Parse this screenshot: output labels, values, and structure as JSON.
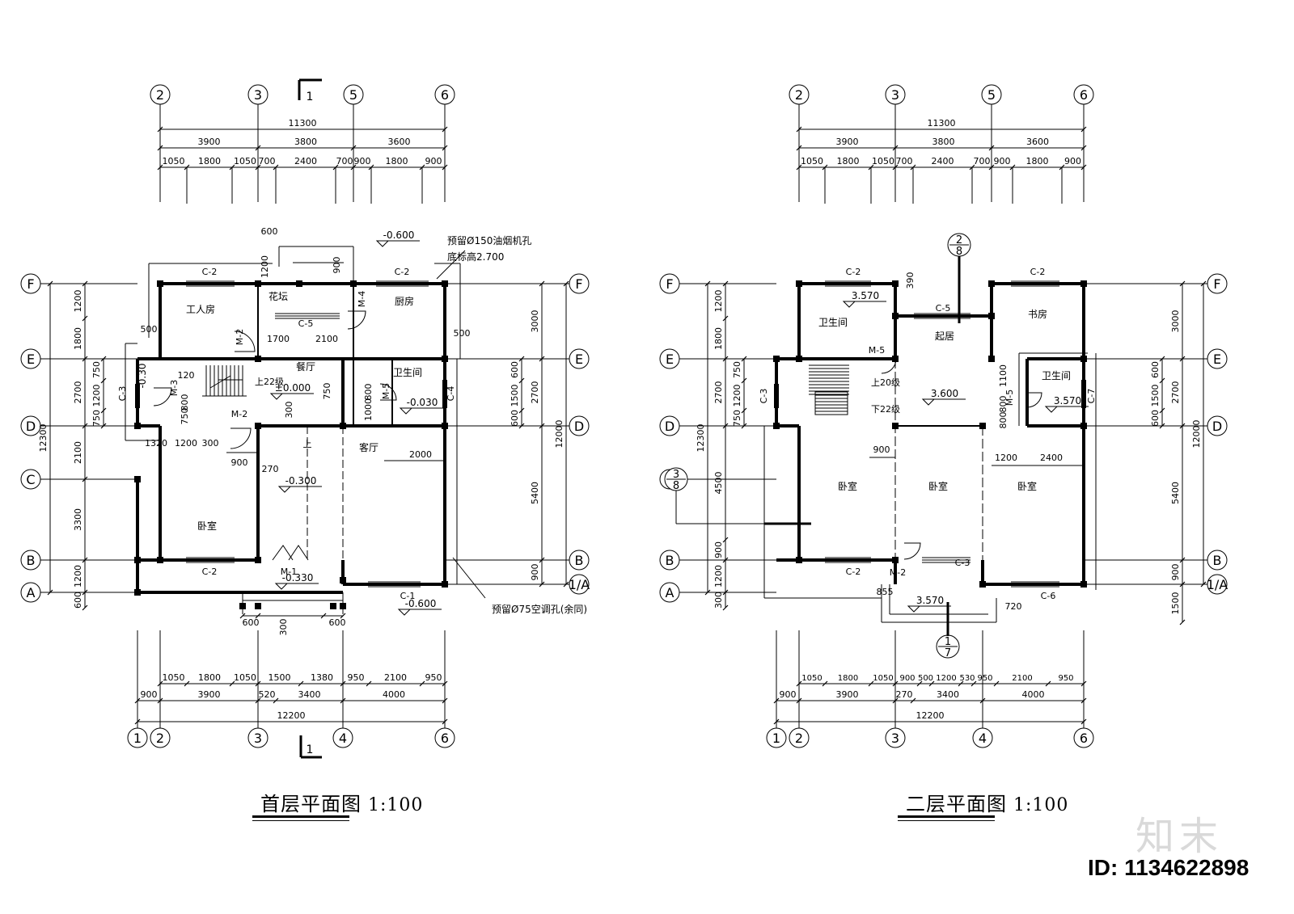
{
  "plans": [
    {
      "title": "首层平面图",
      "scale": "1:100",
      "top_axes": [
        "2",
        "3",
        "5",
        "6"
      ],
      "top_total": "11300",
      "top_mid": [
        "3900",
        "3800",
        "3600"
      ],
      "top_detail": [
        "1050",
        "1800",
        "1050",
        "700",
        "2400",
        "700",
        "900",
        "1800",
        "900"
      ],
      "bottom_axes": [
        "1",
        "2",
        "3",
        "4",
        "6"
      ],
      "bottom_total": "12200",
      "bottom_mid": [
        "900",
        "3900",
        "520",
        "3400",
        "4000"
      ],
      "bottom_detail": [
        "1050",
        "1800",
        "1050",
        "1500",
        "1380",
        "950",
        "2100",
        "950"
      ],
      "left_rows": [
        "F",
        "E",
        "D",
        "C",
        "B",
        "A"
      ],
      "right_rows": [
        "F",
        "E",
        "D",
        "B",
        "1/A"
      ],
      "left_total": "12300",
      "left_segments": [
        "1200",
        "1800",
        "2700",
        "2100",
        "3300",
        "1200",
        "600"
      ],
      "left_detail": [
        "750",
        "1200",
        "750"
      ],
      "right_total": "12000",
      "right_segments": [
        "3000",
        "2700",
        "5400",
        "900"
      ],
      "right_detail": [
        "600",
        "1500",
        "600"
      ],
      "section_mark": "1",
      "rooms": [
        "工人房",
        "花坛",
        "厨房",
        "卫生间",
        "餐厅",
        "客厅",
        "卧室"
      ],
      "doors_windows": [
        "C-2",
        "C-2",
        "C-5",
        "C-3",
        "C-4",
        "C-2",
        "C-1",
        "M-1",
        "M-2",
        "M-2",
        "M-3",
        "M-4",
        "M-5"
      ],
      "levels": [
        "-0.600",
        "±0.000",
        "-0.030",
        "-0.300",
        "-0.330",
        "-0.600",
        "-0.30"
      ],
      "notes": [
        "预留Ø150油烟机孔",
        "底标高2.700",
        "预留Ø75空调孔(余同)",
        "上22级",
        "上"
      ],
      "inner_dims": [
        "600",
        "1200",
        "900",
        "500",
        "1700",
        "2100",
        "500",
        "120",
        "800",
        "750",
        "750",
        "300",
        "1000",
        "800",
        "1320",
        "1200",
        "300",
        "900",
        "270",
        "2000",
        "600",
        "300",
        "600",
        "600"
      ]
    },
    {
      "title": "二层平面图",
      "scale": "1:100",
      "top_axes": [
        "2",
        "3",
        "5",
        "6"
      ],
      "top_total": "11300",
      "top_mid": [
        "3900",
        "3800",
        "3600"
      ],
      "top_detail": [
        "1050",
        "1800",
        "1050",
        "700",
        "2400",
        "700",
        "900",
        "1800",
        "900"
      ],
      "bottom_axes": [
        "1",
        "2",
        "3",
        "4",
        "6"
      ],
      "bottom_total": "12200",
      "bottom_mid": [
        "900",
        "3900",
        "270",
        "3400",
        "4000"
      ],
      "bottom_detail": [
        "1050",
        "1800",
        "1050",
        "900",
        "500",
        "1200",
        "530",
        "950",
        "2100",
        "950"
      ],
      "left_rows": [
        "F",
        "E",
        "D",
        "C",
        "B",
        "A"
      ],
      "right_rows": [
        "F",
        "E",
        "D",
        "B",
        "1/A"
      ],
      "left_total": "12300",
      "left_segments": [
        "1200",
        "1800",
        "2700",
        "4500",
        "900",
        "1200",
        "300"
      ],
      "left_detail": [
        "750",
        "1200",
        "750"
      ],
      "right_total": "12000",
      "right_segments": [
        "3000",
        "2700",
        "5400",
        "900",
        "1500"
      ],
      "right_detail": [
        "600",
        "1500",
        "600"
      ],
      "detail_marks": [
        "2/8",
        "3/8",
        "1/7"
      ],
      "rooms": [
        "卫生间",
        "起居",
        "书房",
        "卫生间",
        "卧室",
        "卧室",
        "卧室"
      ],
      "doors_windows": [
        "C-2",
        "C-5",
        "C-2",
        "C-3",
        "C-7",
        "C-2",
        "C-3",
        "C-6",
        "M-5",
        "M-5",
        "M-2"
      ],
      "levels": [
        "3.570",
        "3.600",
        "3.570",
        "3.570"
      ],
      "notes": [
        "上20级",
        "下22级"
      ],
      "inner_dims": [
        "390",
        "1100",
        "800",
        "800",
        "900",
        "1200",
        "2400",
        "855",
        "720"
      ]
    }
  ],
  "watermark": {
    "brand": "知末",
    "id_text": "ID: 1134622898"
  },
  "colors": {
    "line": "#000000",
    "watermark": "#d9d9d9"
  }
}
